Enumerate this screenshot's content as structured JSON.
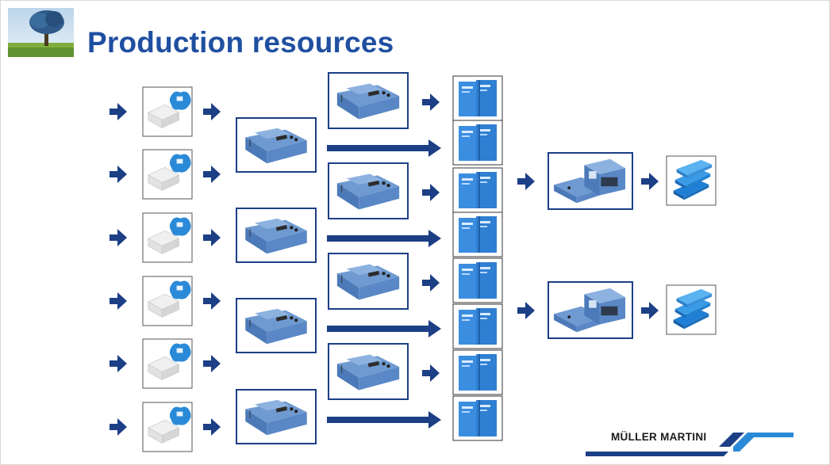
{
  "slide": {
    "title": "Production resources",
    "logo_text": "MÜLLER MARTINI"
  },
  "diagram": {
    "stages": [
      "print-input",
      "gathering-machine",
      "book-block",
      "binding-machine",
      "finished-product"
    ],
    "counts": {
      "inputs": 6,
      "primary_machines": 4,
      "secondary_machines": 4,
      "book_stacks": 8,
      "binding_machines": 2,
      "products": 2
    }
  },
  "colors": {
    "title": "#1f4fa0",
    "arrow": "#1c3f86",
    "machine_frame": "#1c3f86",
    "accent_blue": "#2a8ad8",
    "logo_bar": "#1f6fc0"
  }
}
